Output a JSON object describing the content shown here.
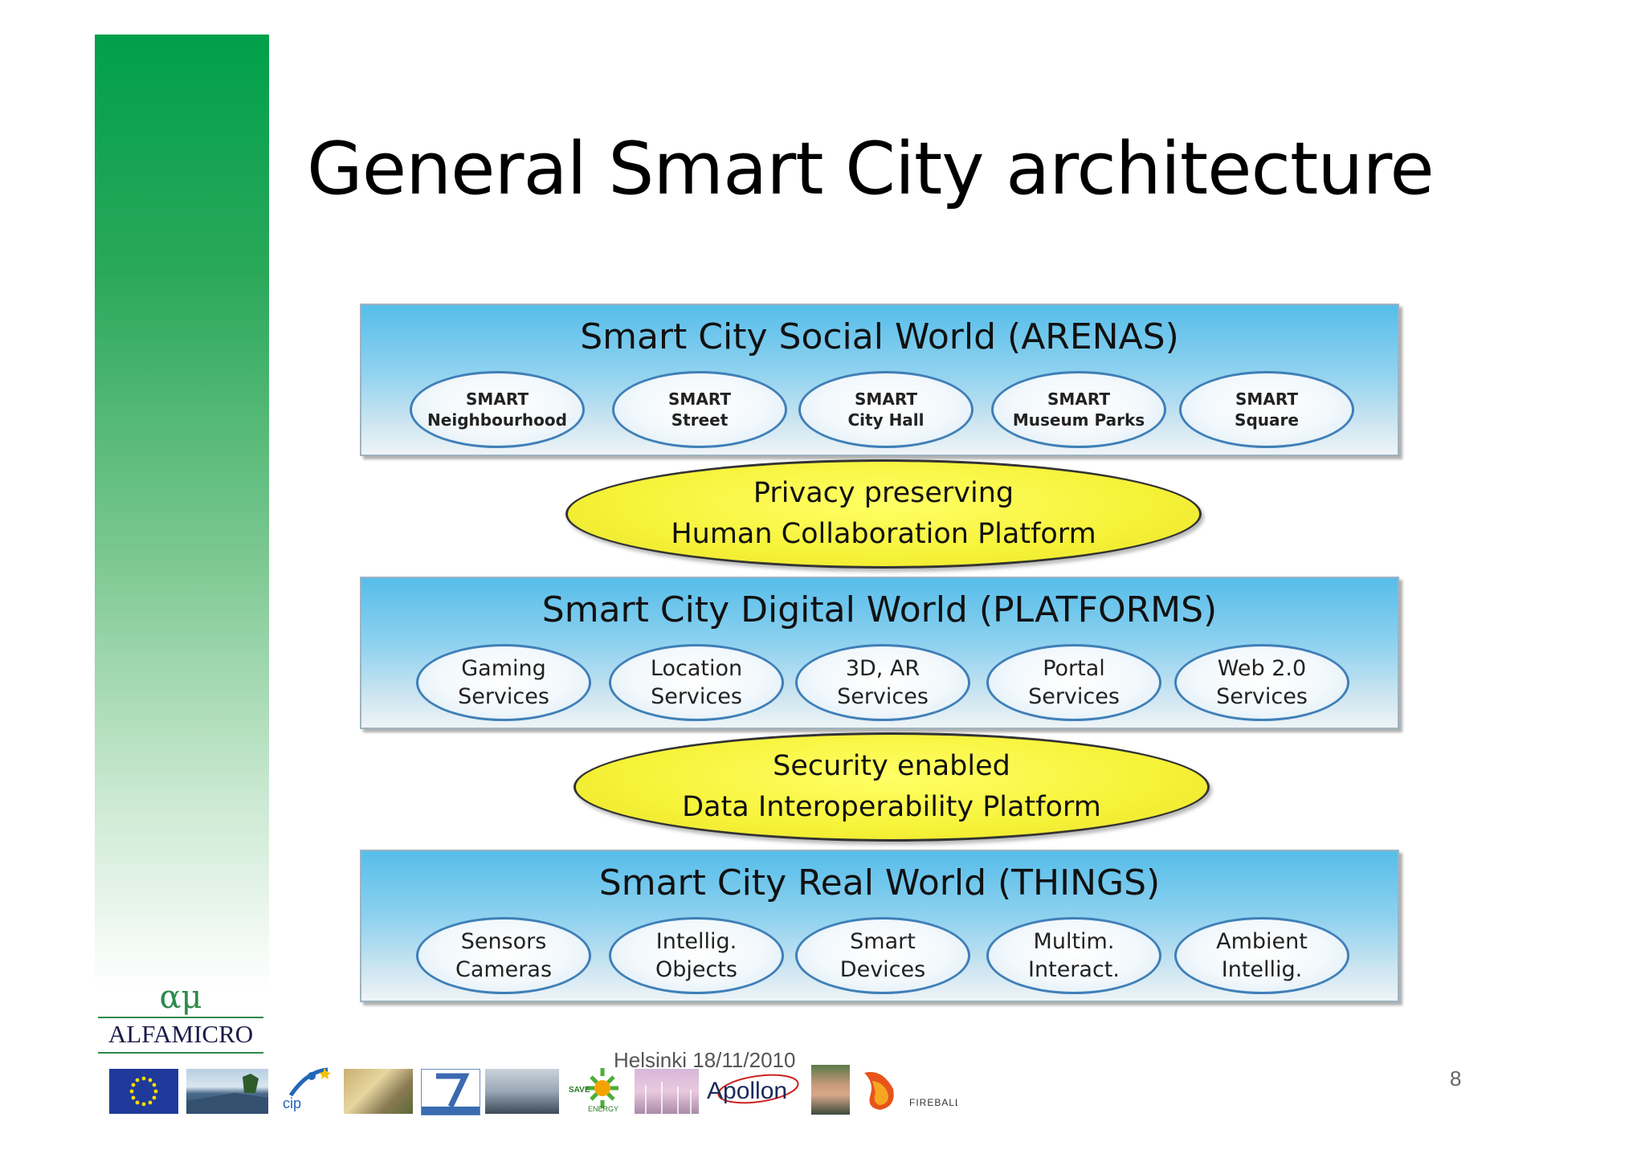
{
  "slide": {
    "title": "General Smart City architecture",
    "footer": "Helsinki 18/11/2010",
    "page_number": "8"
  },
  "diagram": {
    "social": {
      "title": "Smart City Social World (ARENAS)",
      "items": [
        {
          "line1": "SMART",
          "line2": "Neighbourhood"
        },
        {
          "line1": "SMART",
          "line2": "Street"
        },
        {
          "line1": "SMART",
          "line2": "City Hall"
        },
        {
          "line1": "SMART",
          "line2": "Museum Parks"
        },
        {
          "line1": "SMART",
          "line2": "Square"
        }
      ]
    },
    "privacy_platform": {
      "line1": "Privacy preserving",
      "line2": "Human Collaboration Platform"
    },
    "digital": {
      "title": "Smart City Digital World (PLATFORMS)",
      "items": [
        {
          "line1": "Gaming",
          "line2": "Services"
        },
        {
          "line1": "Location",
          "line2": "Services"
        },
        {
          "line1": "3D, AR",
          "line2": "Services"
        },
        {
          "line1": "Portal",
          "line2": "Services"
        },
        {
          "line1": "Web 2.0",
          "line2": "Services"
        }
      ]
    },
    "security_platform": {
      "line1": "Security enabled",
      "line2": "Data Interoperability Platform"
    },
    "real": {
      "title": "Smart City Real World (THINGS)",
      "items": [
        {
          "line1": "Sensors",
          "line2": "Cameras"
        },
        {
          "line1": "Intellig.",
          "line2": "Objects"
        },
        {
          "line1": "Smart",
          "line2": "Devices"
        },
        {
          "line1": "Multim.",
          "line2": "Interact."
        },
        {
          "line1": "Ambient",
          "line2": "Intellig."
        }
      ]
    }
  },
  "logo": {
    "greek": "αμ",
    "word": "ALFAMICRO"
  },
  "footer_logos": {
    "cip": "cip",
    "save_top": "SAVE",
    "save_bottom": "ENERGY",
    "apollon": "Apollon",
    "fireball": "FIREBALL"
  }
}
